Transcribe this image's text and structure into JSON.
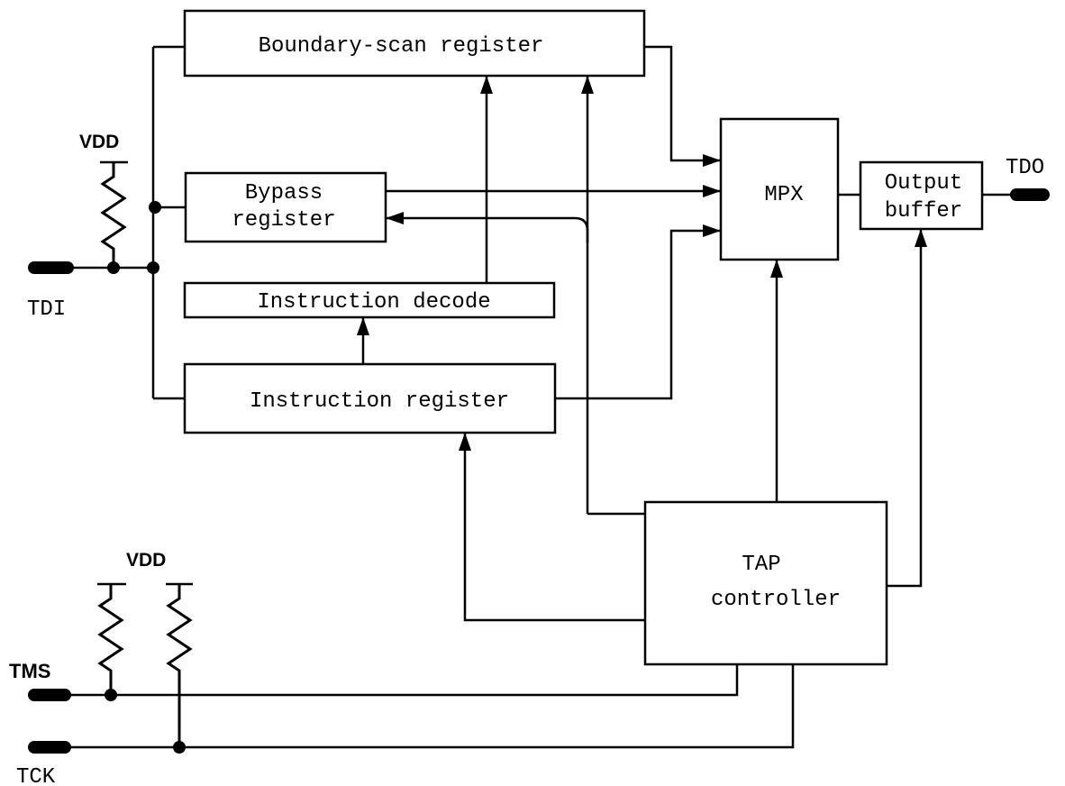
{
  "blocks": {
    "boundary_scan": "Boundary-scan register",
    "bypass_line1": "Bypass",
    "bypass_line2": "register",
    "instruction_decode": "Instruction decode",
    "instruction_register": "Instruction register",
    "mpx": "MPX",
    "output_buffer_line1": "Output",
    "output_buffer_line2": "buffer",
    "tap_line1": "TAP",
    "tap_line2": "controller"
  },
  "pins": {
    "tdi": "TDI",
    "tdo": "TDO",
    "tms": "TMS",
    "tck": "TCK"
  },
  "supply": {
    "vdd_top": "VDD",
    "vdd_bottom": "VDD"
  }
}
